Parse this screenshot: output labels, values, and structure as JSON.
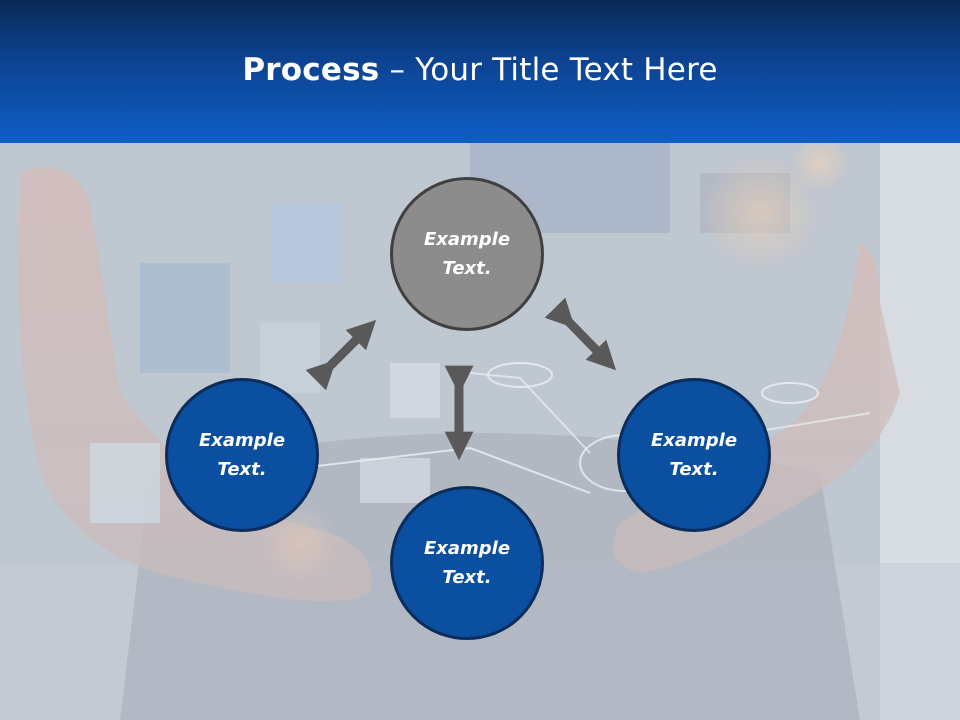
{
  "slide": {
    "title_bold": "Process",
    "title_rest": " – Your Title Text Here"
  },
  "nodes": {
    "top": "Example Text.",
    "left": "Example Text.",
    "bottom": "Example Text.",
    "right": "Example Text."
  },
  "colors": {
    "title_bar": "#0d4494",
    "node_gray": "#8c8c8c",
    "node_blue": "#0b4fa0",
    "arrow": "#595959"
  }
}
